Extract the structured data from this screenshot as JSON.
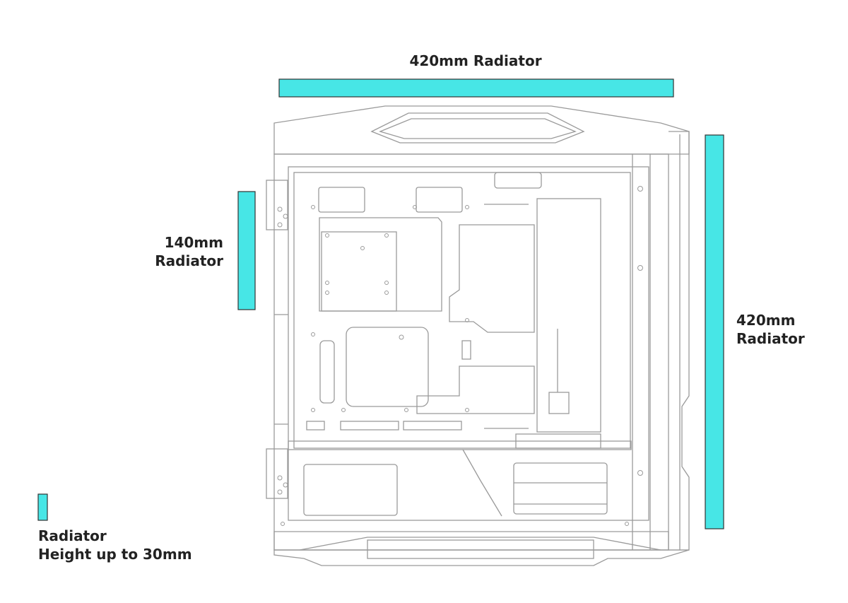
{
  "colors": {
    "radiator_fill": "#47E6E6",
    "radiator_stroke": "#333333",
    "case_line": "#9a9a9a",
    "text": "#222222"
  },
  "labels": {
    "top_radiator": "420mm Radiator",
    "left_radiator_line1": "140mm",
    "left_radiator_line2": "Radiator",
    "right_radiator_line1": "420mm",
    "right_radiator_line2": "Radiator",
    "legend_line1": "Radiator",
    "legend_line2": "Height up to 30mm"
  }
}
